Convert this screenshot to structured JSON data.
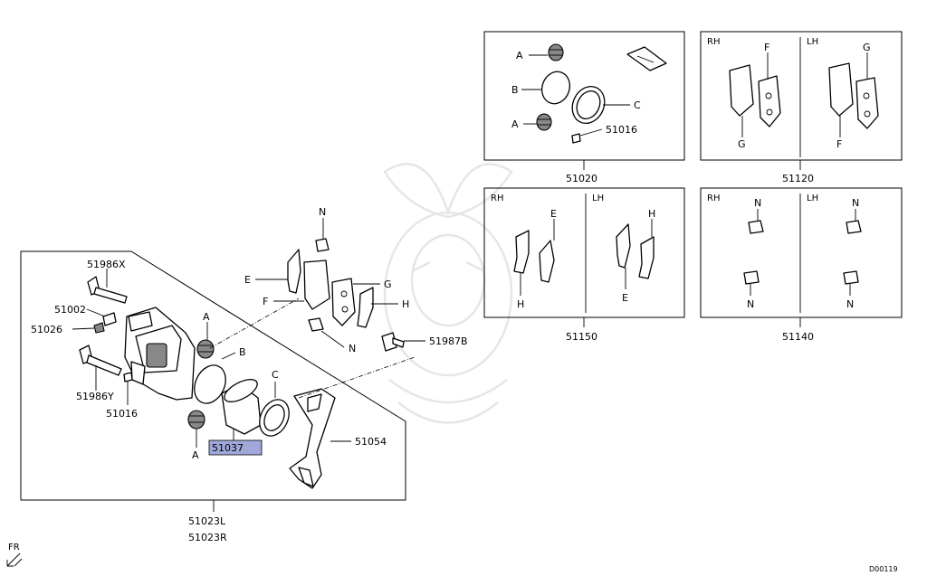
{
  "colors": {
    "highlight": "#9fa8d8",
    "line": "#000000",
    "watermark": "#e6e6e6"
  },
  "main_assembly": {
    "labels": {
      "p51986x": "51986X",
      "p51002": "51002",
      "p51026": "51026",
      "p51986y": "51986Y",
      "p51016": "51016",
      "pA1": "A",
      "pA2": "A",
      "pB": "B",
      "pC": "C",
      "p51037": "51037",
      "p51054": "51054",
      "p51987b": "51987B",
      "pN1": "N",
      "pN2": "N",
      "pE": "E",
      "pF": "F",
      "pG": "G",
      "pH": "H"
    },
    "assembly_numbers": [
      "51023L",
      "51023R"
    ]
  },
  "kit_51020": {
    "labels": [
      "A",
      "B",
      "A",
      "C",
      "51016"
    ],
    "number": "51020"
  },
  "kit_51120": {
    "rh": "RH",
    "lh": "LH",
    "labels": [
      "F",
      "G",
      "G",
      "F"
    ],
    "number": "51120"
  },
  "kit_51150": {
    "rh": "RH",
    "lh": "LH",
    "labels": [
      "E",
      "H",
      "H",
      "E"
    ],
    "number": "51150"
  },
  "kit_51140": {
    "rh": "RH",
    "lh": "LH",
    "labels": [
      "N",
      "N",
      "N",
      "N"
    ],
    "number": "51140"
  },
  "footer": {
    "fr": "FR",
    "code": "D00119"
  }
}
